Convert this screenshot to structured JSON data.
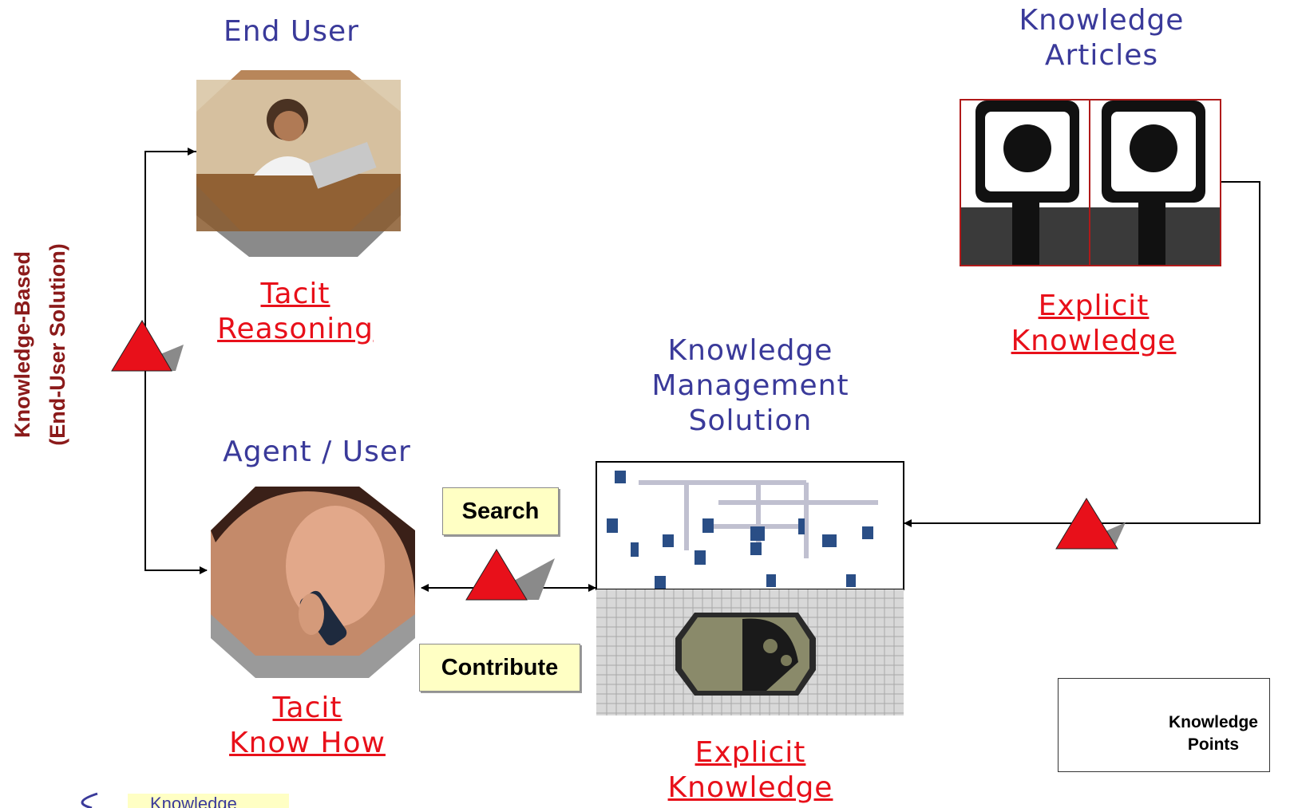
{
  "side_title": {
    "line1": "Knowledge-Based",
    "line2": "(End-User Solution)"
  },
  "end_user": {
    "title": "End User",
    "link1": "Tacit",
    "link2": "Reasoning"
  },
  "agent": {
    "title": "Agent / User",
    "link1": "Tacit",
    "link2": "Know How"
  },
  "articles": {
    "title1": "Knowledge",
    "title2": "Articles",
    "link1": "Explicit",
    "link2": "Knowledge"
  },
  "kms": {
    "title1": "Knowledge",
    "title2": "Management",
    "title3": "Solution",
    "link1": "Explicit",
    "link2": "Knowledge"
  },
  "tags": {
    "search": "Search",
    "contribute": "Contribute"
  },
  "legend": {
    "line1": "Knowledge",
    "line2": "Points"
  },
  "bottom_tag": "Knowledge",
  "colors": {
    "title_blue": "#3a3a9a",
    "link_red": "#e8101a",
    "side_title": "#8b1a1a",
    "marker_red": "#e8101a",
    "tag_bg": "#ffffc4"
  }
}
